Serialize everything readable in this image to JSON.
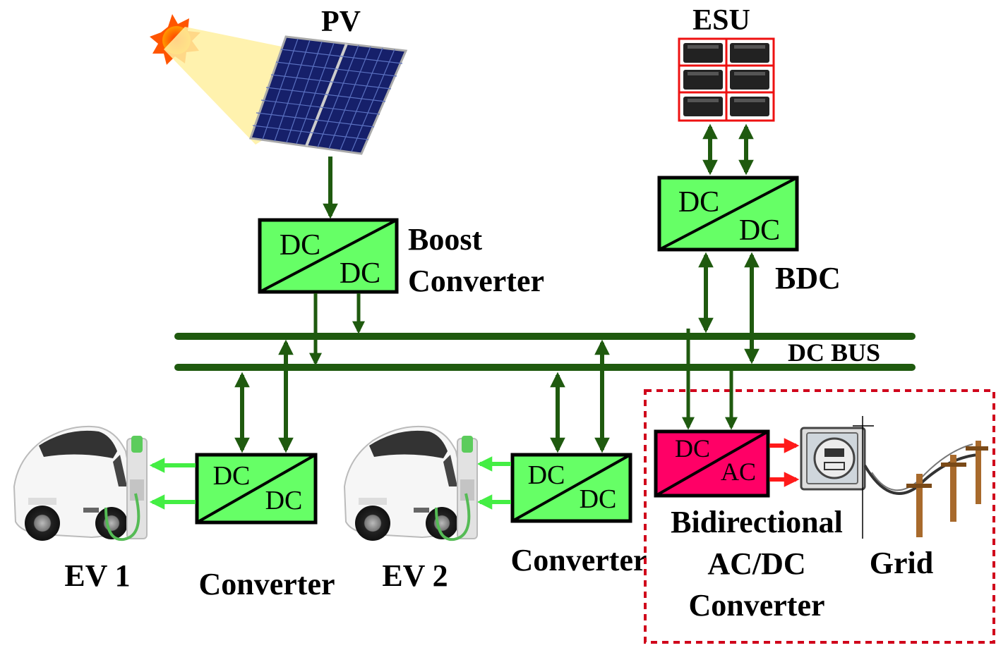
{
  "labels": {
    "pv": "PV",
    "esu": "ESU",
    "boost_line1": "Boost",
    "boost_line2": "Converter",
    "bdc": "BDC",
    "dc_bus": "DC BUS",
    "ev1": "EV 1",
    "ev2": "EV 2",
    "converter1": "Converter",
    "converter2": "Converter",
    "bidir_line1": "Bidirectional",
    "bidir_line2": "AC/DC",
    "bidir_line3": "Converter",
    "grid": "Grid"
  },
  "converters": {
    "boost": {
      "in": "DC",
      "out": "DC"
    },
    "bdc": {
      "in": "DC",
      "out": "DC"
    },
    "ev1": {
      "in": "DC",
      "out": "DC"
    },
    "ev2": {
      "in": "DC",
      "out": "DC"
    },
    "acdc": {
      "in": "DC",
      "out": "AC"
    }
  },
  "colors": {
    "dc_converter": "#66ff66",
    "acdc_converter": "#ff0066",
    "bus_line": "#1f5a0f",
    "ev_arrow": "#44ee44",
    "grid_arrow": "#ff1a1a",
    "grid_zone": "#d0021b",
    "esu_border": "#ee1111"
  }
}
